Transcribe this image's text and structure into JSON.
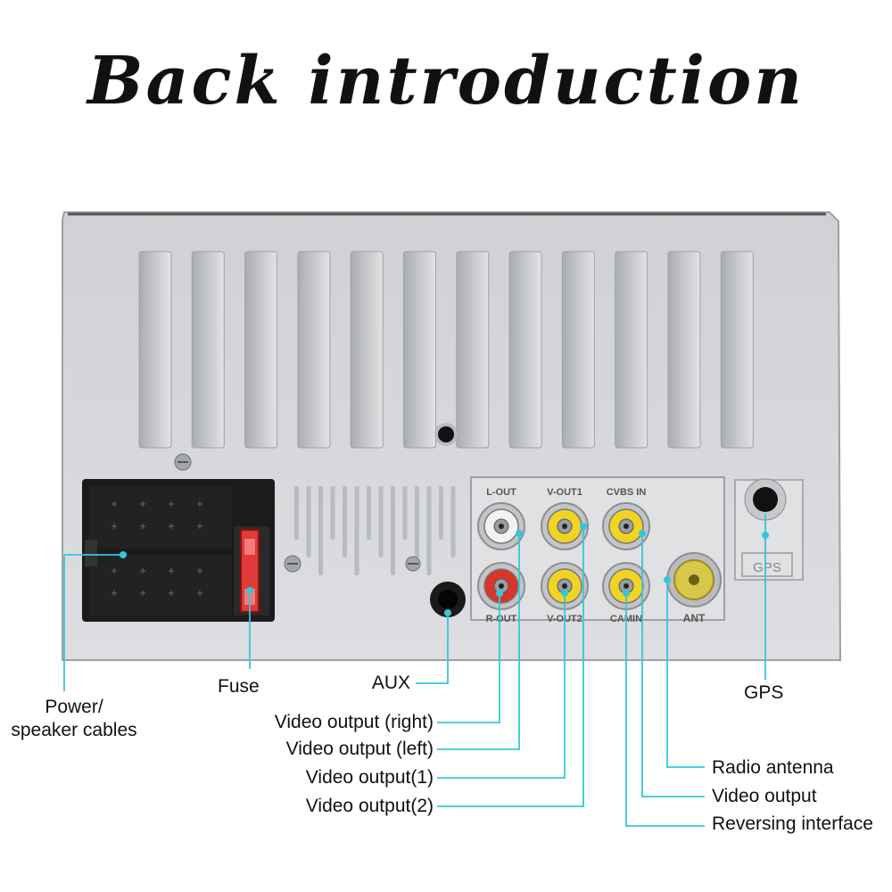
{
  "title": "Back introduction",
  "colors": {
    "callout": "#35c7d8",
    "panel": "#d4d6d9",
    "rca_red": "#d8352b",
    "rca_yellow": "#f1d324",
    "rca_white": "#f2f2f2",
    "antenna": "#d8c84a"
  },
  "panel_text": {
    "lout": "L-OUT",
    "vout1": "V-OUT1",
    "cvbsin": "CVBS IN",
    "rout": "R-OUT",
    "vout2": "V-OUT2",
    "camin": "CAMIN",
    "ant": "ANT",
    "gps": "GPS"
  },
  "labels": {
    "power": "Power/\nspeaker cables",
    "fuse": "Fuse",
    "aux": "AUX",
    "video_right": "Video output (right)",
    "video_left": "Video output (left)",
    "video1": "Video output(1)",
    "video2": "Video output(2)",
    "gps": "GPS",
    "radio": "Radio antenna",
    "video_output": "Video output",
    "reversing": "Reversing interface"
  }
}
